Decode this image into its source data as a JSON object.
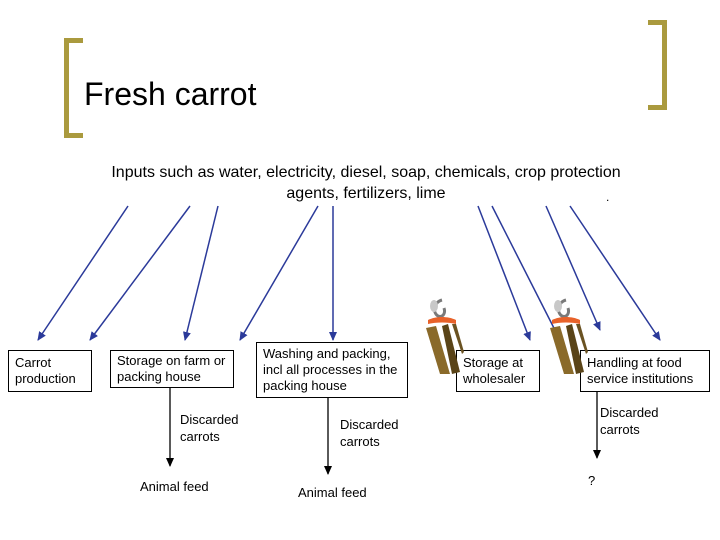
{
  "title": "Fresh carrot",
  "inputs_label": "Inputs such as water, electricity, diesel, soap, chemicals, crop protection agents, fertilizers, lime",
  "inputs_dot": ".",
  "stages": [
    {
      "label": "Carrot production"
    },
    {
      "label": "Storage on farm or packing house"
    },
    {
      "label": "Washing and packing, incl all processes in the packing house"
    },
    {
      "label": "Storage at wholesaler"
    },
    {
      "label": "Handling at food service institutions"
    }
  ],
  "waste": [
    {
      "discarded": "Discarded carrots",
      "destination": "Animal feed"
    },
    {
      "discarded": "Discarded carrots",
      "destination": "Animal feed"
    },
    {
      "discarded": "Discarded carrots",
      "destination": "?"
    }
  ],
  "icons": [
    "consumer-figure-icon",
    "consumer-figure-icon"
  ],
  "colors": {
    "bracket": "#aa9a3e",
    "arrow": "#2b3a9a",
    "figure_orange": "#e8622a",
    "figure_brown": "#8a6a2a"
  }
}
